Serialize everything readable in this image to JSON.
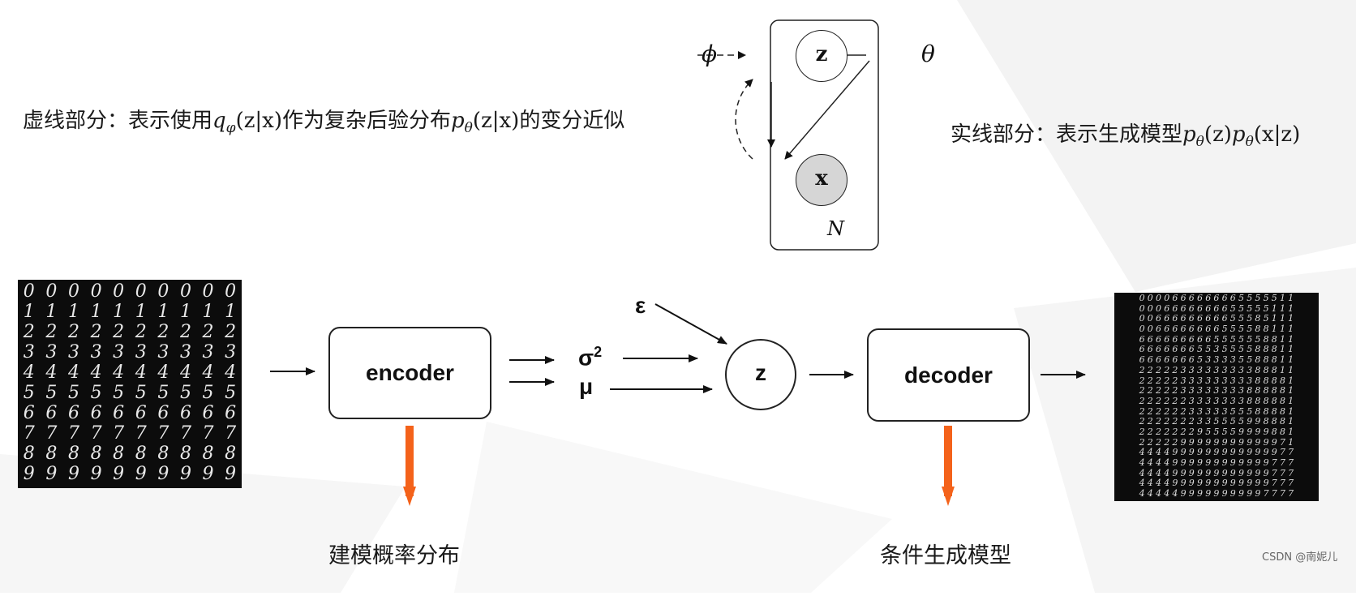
{
  "graphical_model": {
    "phi": "ϕ",
    "theta": "θ",
    "node_z": "z",
    "node_x": "x",
    "plate": "N"
  },
  "notes": {
    "dashed_prefix": "虚线部分：表示使用",
    "dashed_q": "q",
    "dashed_q_sub": "φ",
    "dashed_q_args": "(z|x)",
    "dashed_mid": "作为复杂后验分布",
    "dashed_p": "p",
    "dashed_p_sub": "θ",
    "dashed_p_args": "(z|x)",
    "dashed_suffix": "的变分近似",
    "solid_prefix": "实线部分：表示生成模型",
    "solid_p1": "p",
    "solid_p1_sub": "θ",
    "solid_p1_args": "(z)",
    "solid_p2": "p",
    "solid_p2_sub": "θ",
    "solid_p2_args": "(x|z)"
  },
  "pipeline": {
    "encoder": "encoder",
    "decoder": "decoder",
    "sigma": "σ",
    "sigma_sup": "2",
    "mu": "μ",
    "epsilon": "ε",
    "z": "z"
  },
  "captions": {
    "encoder": "建模概率分布",
    "decoder": "条件生成模型"
  },
  "input_digits": [
    "0",
    "1",
    "2",
    "3",
    "4",
    "5",
    "6",
    "7",
    "8",
    "9"
  ],
  "output_digits": [
    "0000666666665555511",
    "0006666666655555111",
    "0066666666655585111",
    "0066666666555588111",
    "6666666665555558811",
    "6666666553555588811",
    "6666666533335588811",
    "2222233333333388811",
    "2222233333333388881",
    "2222233333333888881",
    "2222223333333888881",
    "2222223333355588881",
    "2222222335555998881",
    "2222222955559999881",
    "2222299999999999971",
    "4444999999999999977",
    "4444999999999999777",
    "4444999999999999777",
    "4444999999999999777",
    "4444499999999997777"
  ],
  "watermark": "CSDN @南妮儿",
  "colors": {
    "accent_arrow": "#f4621a",
    "node_x_fill": "#d6d6d6"
  }
}
